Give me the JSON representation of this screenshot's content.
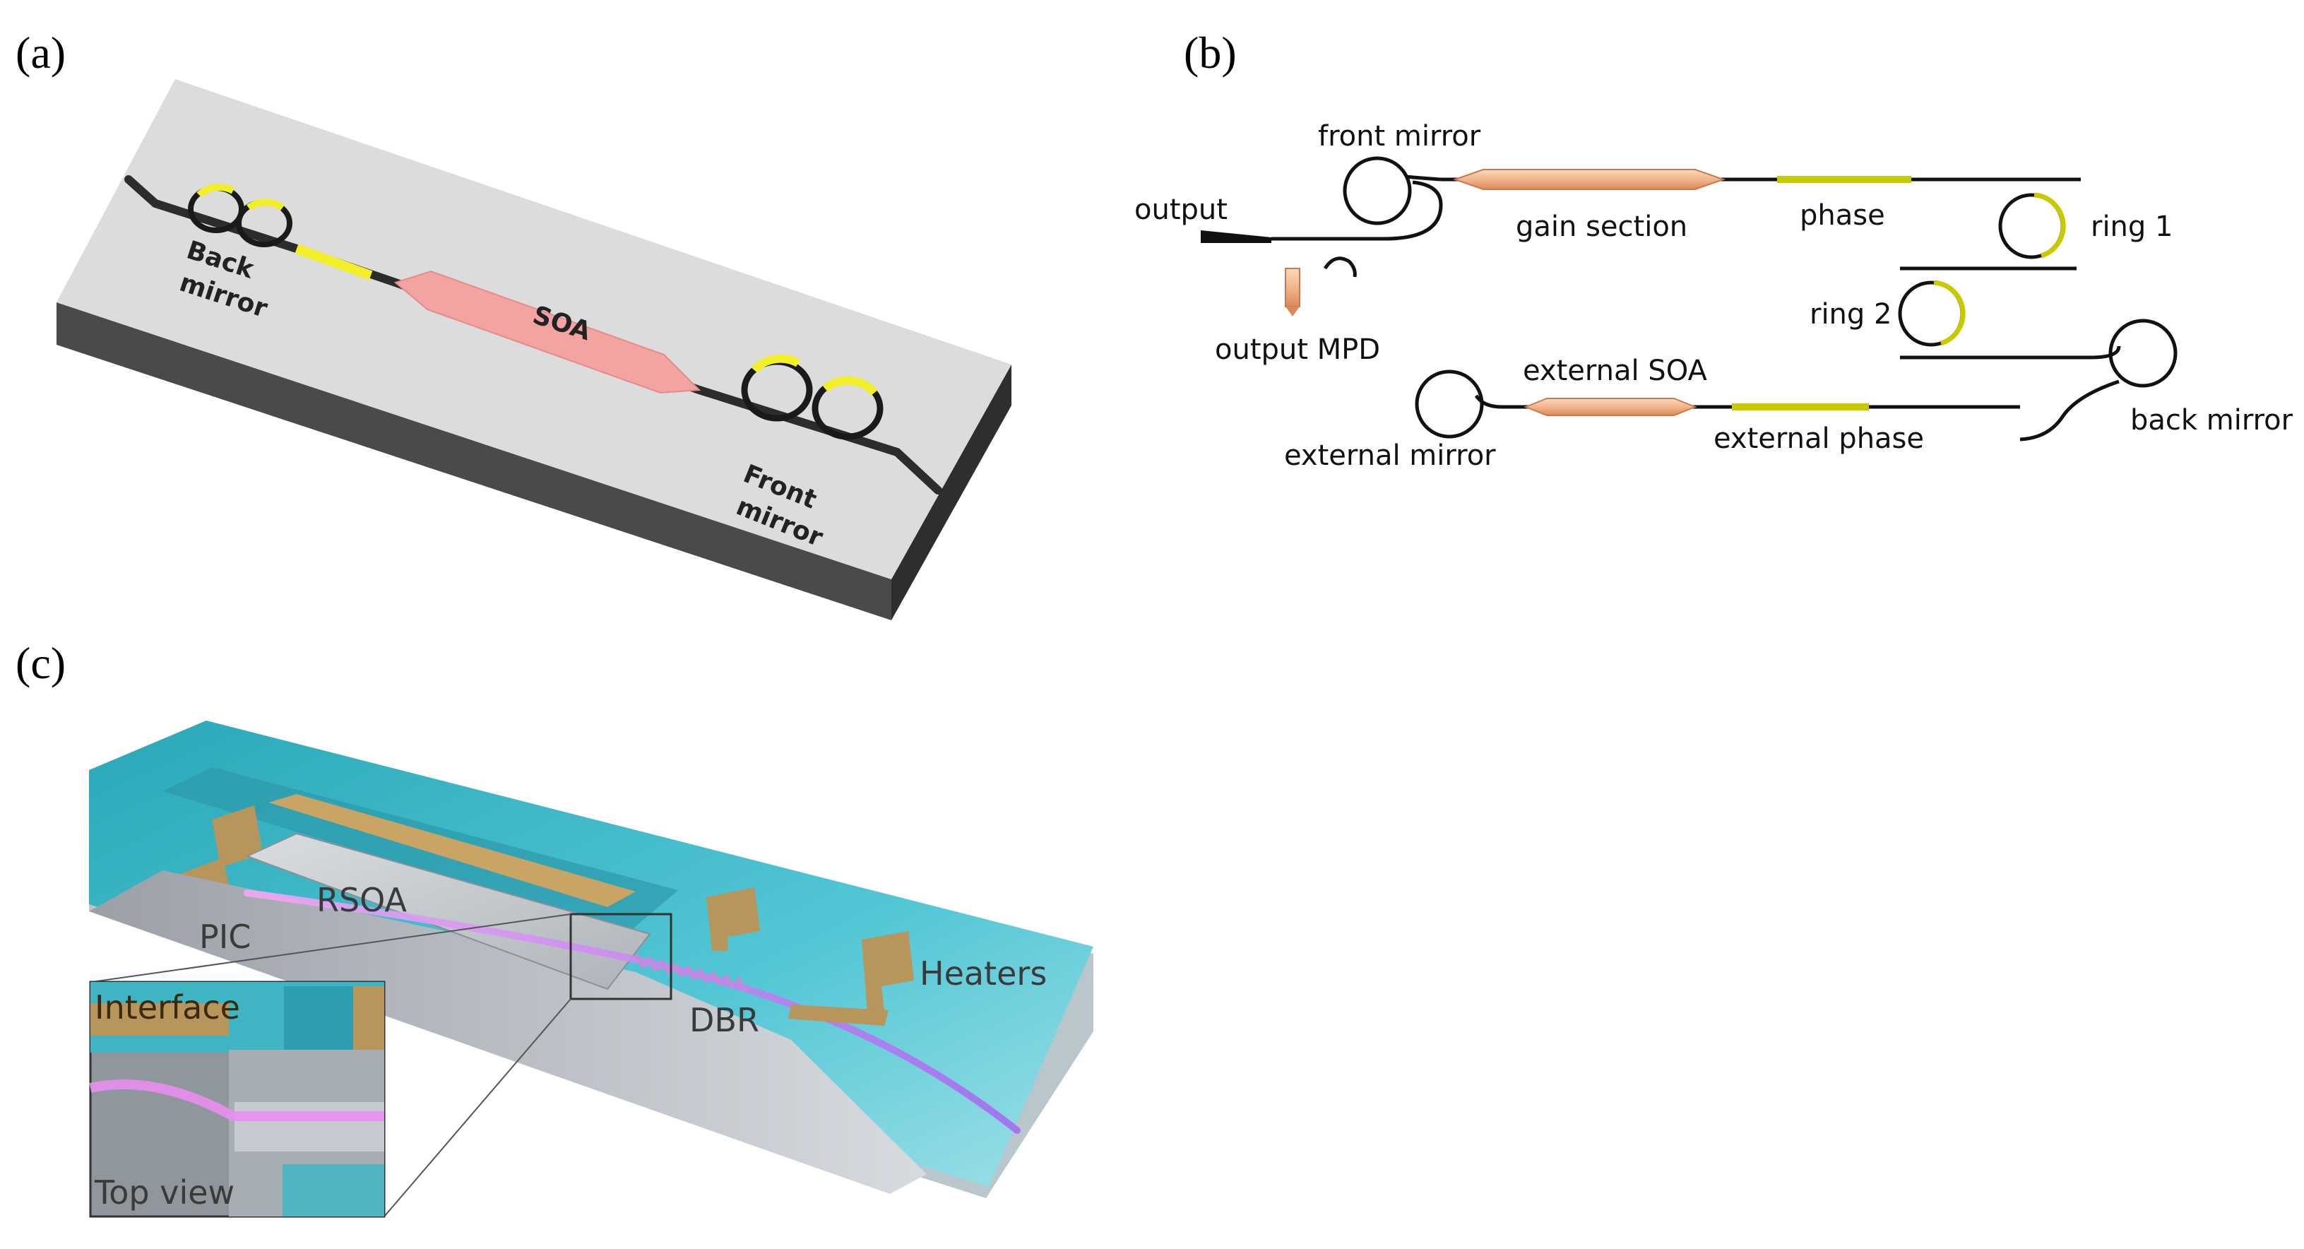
{
  "panels": {
    "a": {
      "label": "(a)",
      "back_mirror": [
        "Back",
        "mirror"
      ],
      "soa": "SOA",
      "front_mirror": [
        "Front",
        "mirror"
      ]
    },
    "b": {
      "label": "(b)",
      "front_mirror": "front mirror",
      "output": "output",
      "gain_section": "gain section",
      "phase": "phase",
      "ring1": "ring 1",
      "ring2": "ring 2",
      "output_mpd": "output MPD",
      "external_soa": "external SOA",
      "external_mirror": "external mirror",
      "external_phase": "external phase",
      "back_mirror": "back mirror"
    },
    "c": {
      "label": "(c)",
      "rsoa": "RSOA",
      "pic": "PIC",
      "heaters": "Heaters",
      "dbr": "DBR",
      "interface": "Interface",
      "top_view": "Top view"
    }
  },
  "colors": {
    "heater_yellow": "#f2ef2a",
    "soa_pink": "#f4a3a3",
    "gain_orange": "#f3bf98",
    "phase_green": "#c9c900",
    "substrate_cyan": "#3ab7c8",
    "gold": "#b8955a",
    "laser_pink": "#e18ce8"
  }
}
